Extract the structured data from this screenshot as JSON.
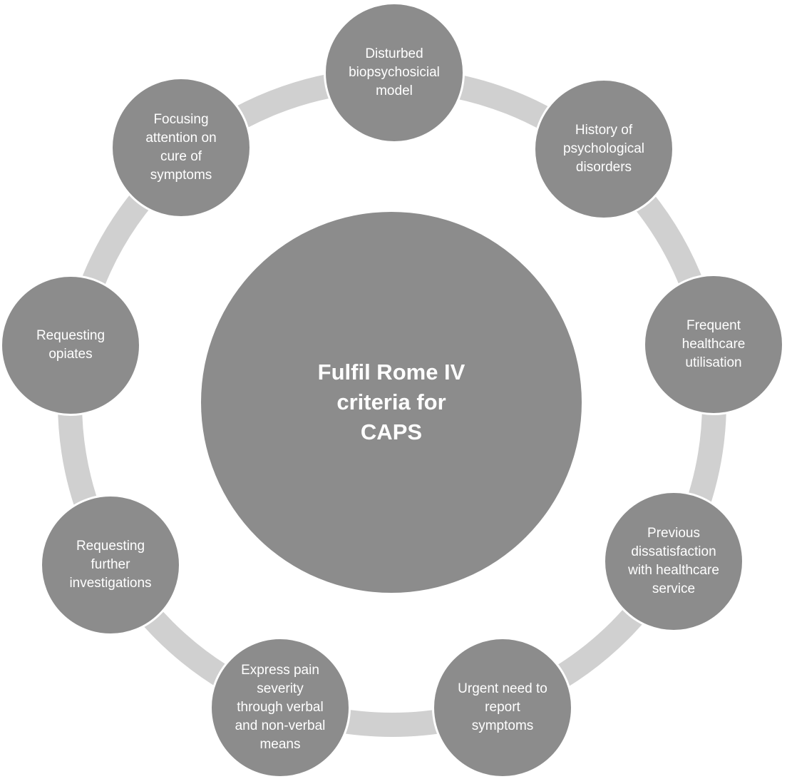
{
  "colors": {
    "node_fill": "#8c8c8c",
    "ring": "#d0d0d0",
    "node_text": "#ffffff",
    "background": "#ffffff"
  },
  "center": {
    "label": "Fulfil Rome IV\ncriteria for\nCAPS"
  },
  "nodes": [
    {
      "label": "Disturbed\nbiopsychosicial\nmodel"
    },
    {
      "label": "History of\npsychological\ndisorders"
    },
    {
      "label": "Frequent\nhealthcare\nutilisation"
    },
    {
      "label": "Previous\ndissatisfaction\nwith healthcare\nservice"
    },
    {
      "label": "Urgent need to\nreport\nsymptoms"
    },
    {
      "label": "Express pain\nseverity\nthrough verbal\nand non-verbal\nmeans"
    },
    {
      "label": "Requesting\nfurther\ninvestigations"
    },
    {
      "label": "Requesting\nopiates"
    },
    {
      "label": "Focusing\nattention on\ncure of\nsymptoms"
    }
  ]
}
